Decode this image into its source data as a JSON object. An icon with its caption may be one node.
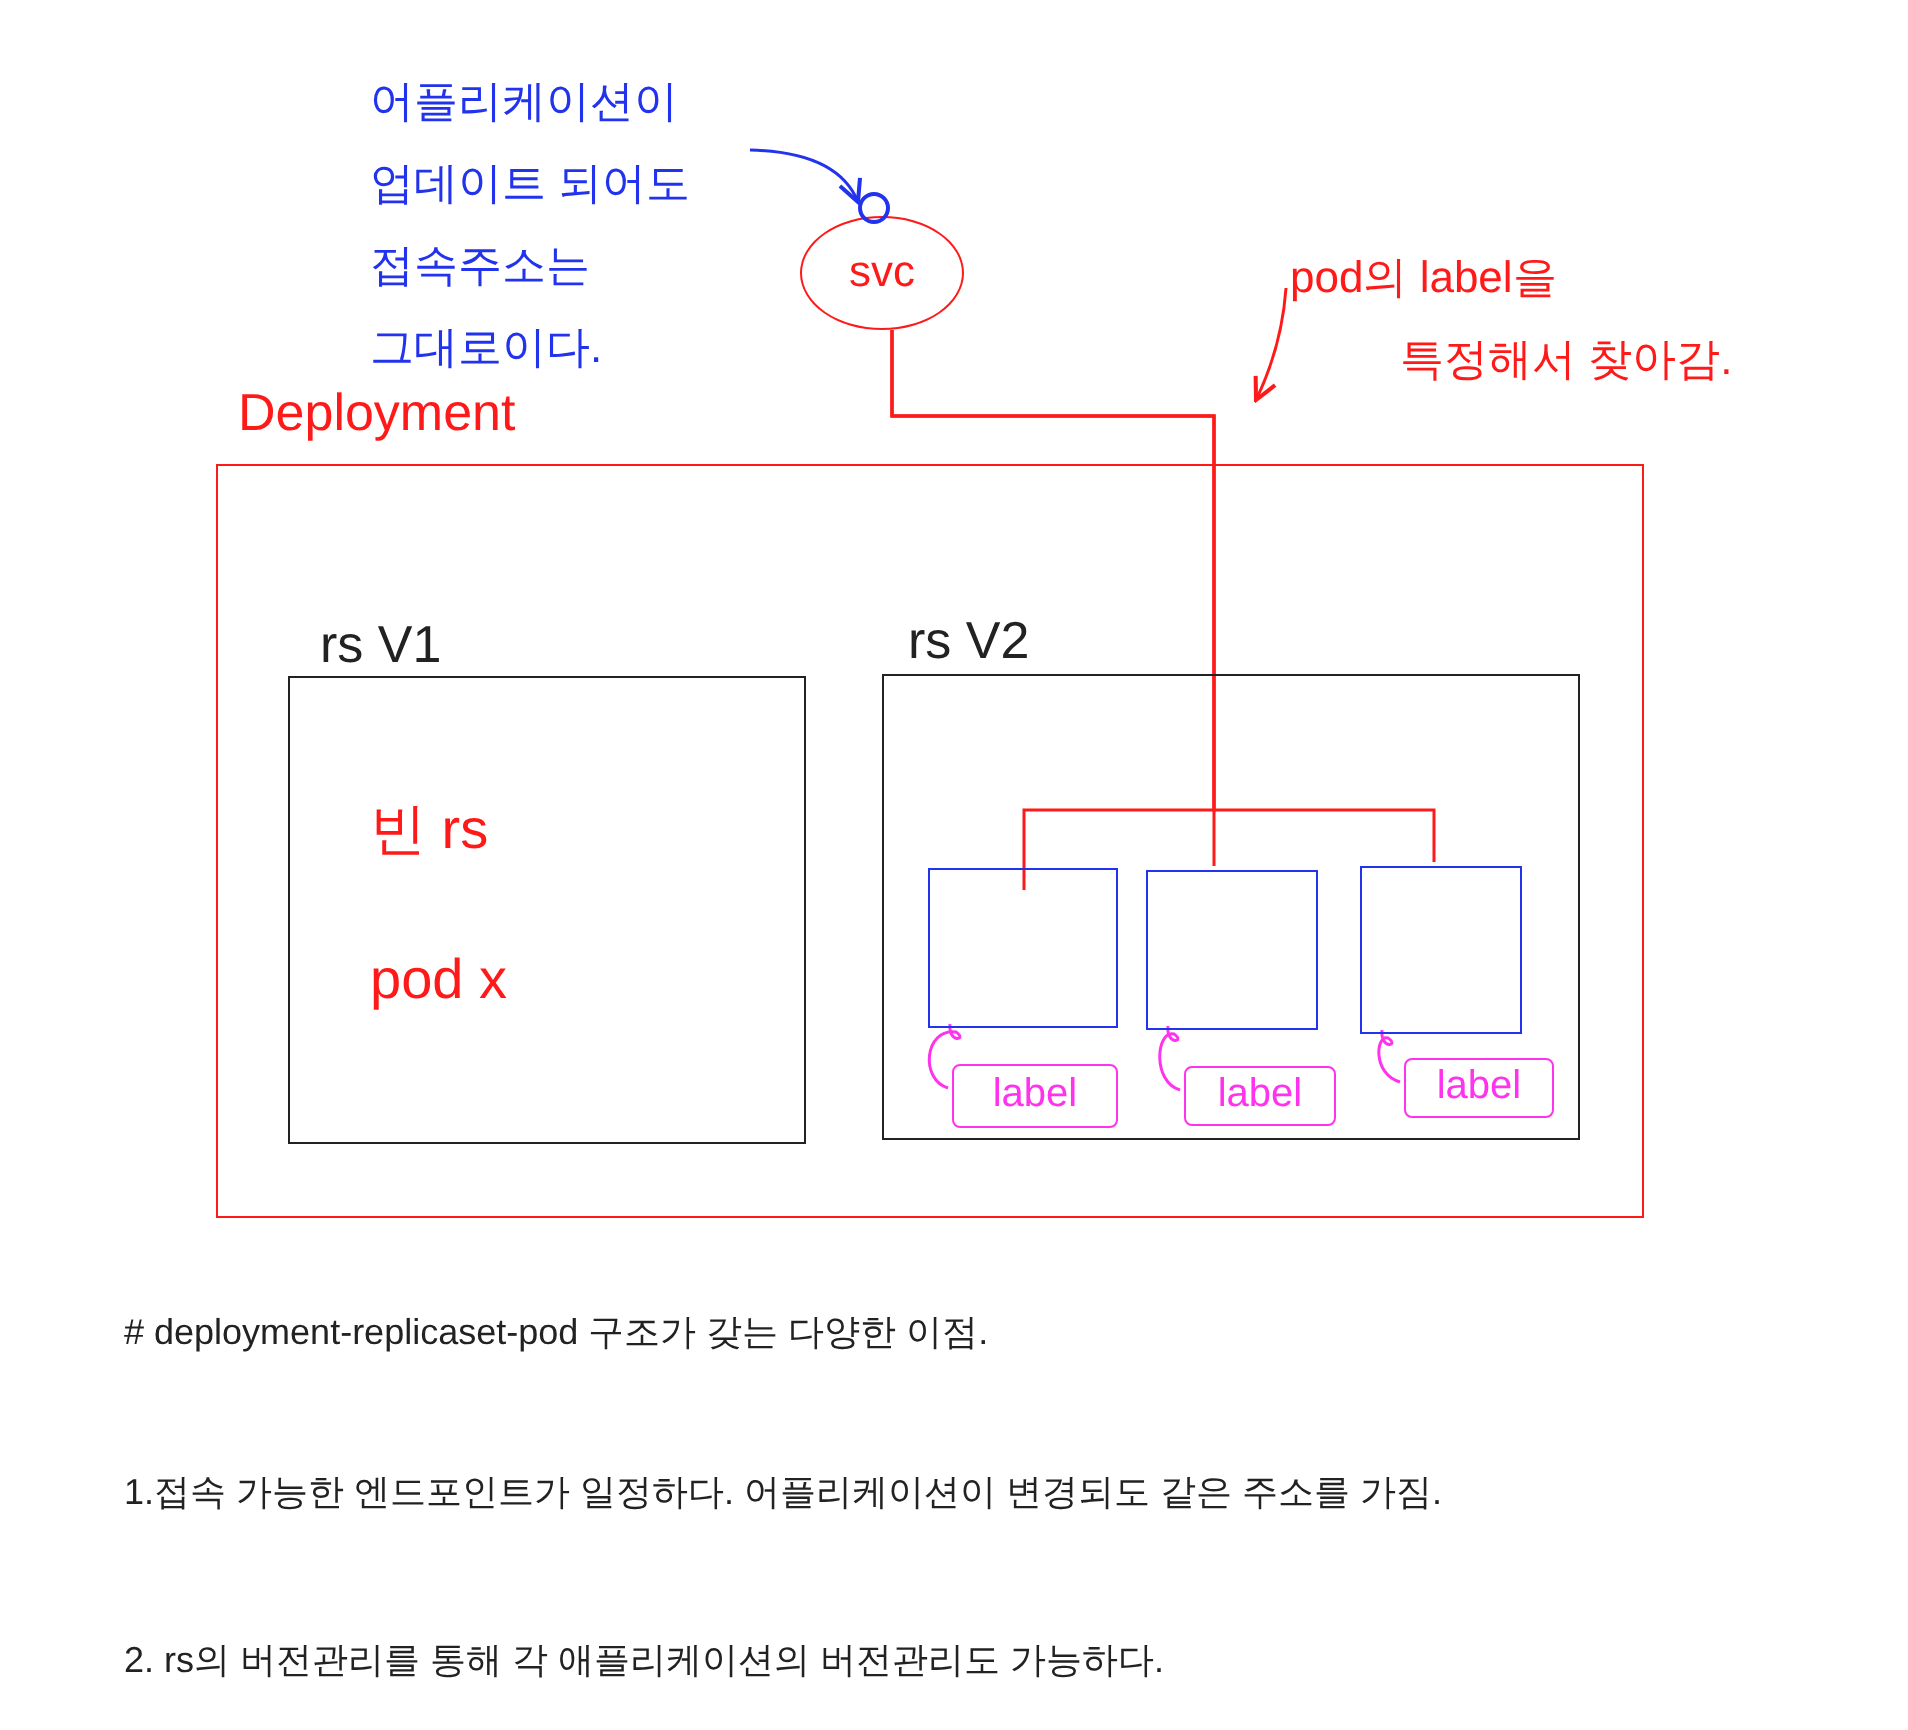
{
  "diagram": {
    "nodes": [
      {
        "text": [
          "Deployment"
        ]
      },
      {
        "text": [
          "rs V1",
          "빈 rs",
          "pod x"
        ],
        "in": 0
      },
      {
        "text": [
          "rs V2"
        ],
        "in": 0
      },
      {
        "text": [],
        "shape": "box",
        "in": 2
      },
      {
        "text": [],
        "shape": "box",
        "in": 2
      },
      {
        "text": [],
        "shape": "box",
        "in": 2
      },
      {
        "text": [
          "label"
        ],
        "in": 2
      },
      {
        "text": [
          "label"
        ],
        "in": 2
      },
      {
        "text": [
          "label"
        ],
        "in": 2
      },
      {
        "text": [
          "svc"
        ]
      },
      {
        "text": [],
        "shape": "circle"
      },
      {
        "text": [
          "어플리케이션이 업데이트 되어도 접속주소는 그대로이다."
        ]
      },
      {
        "text": [
          "pod의 label을 특정해서 찾아감."
        ]
      }
    ],
    "edges": [
      {
        "from": 9,
        "to": 3,
        "arrow": "none"
      },
      {
        "from": 9,
        "to": 4,
        "arrow": "none"
      },
      {
        "from": 9,
        "to": 5,
        "arrow": "none"
      },
      {
        "from": 6,
        "to": 3,
        "arrow": "none",
        "color": "#ff33ee"
      },
      {
        "from": 7,
        "to": 4,
        "arrow": "none",
        "color": "#ff33ee"
      },
      {
        "from": 8,
        "to": 5,
        "arrow": "none",
        "color": "#ff33ee"
      },
      {
        "from": 11,
        "to": 10,
        "arrow": "to",
        "color": "#2233ee"
      },
      {
        "from": 12,
        "to": null,
        "arrow": "to"
      }
    ],
    "labels": [
      "# deployment-replicaset-pod 구조가 갖는 다양한 이점.",
      "1.접속 가능한 엔드포인트가 일정하다. 어플리케이션이 변경되도 같은 주소를 가짐.",
      "2. rs의 버전관리를 통해 각 애플리케이션의 버전관리도 가능하다."
    ]
  }
}
